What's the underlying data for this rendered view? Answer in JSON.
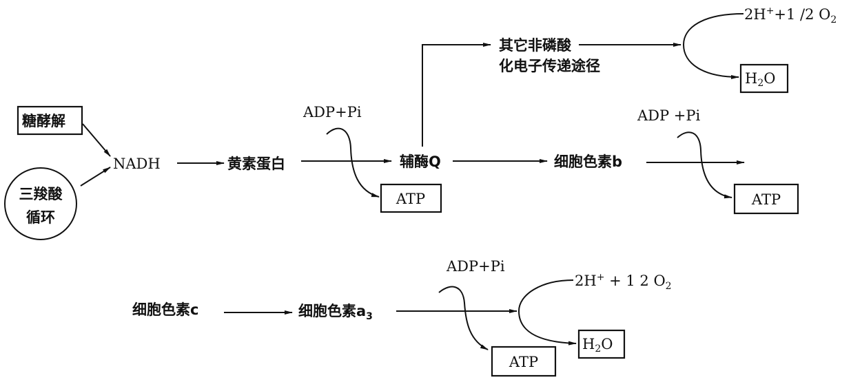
{
  "diagram": {
    "title": "",
    "nodes": {
      "glycolysis": "糖酵解",
      "tca_line1": "三羧酸",
      "tca_line2": "循环",
      "nadh": "NADH",
      "flavoprotein": "黄素蛋白",
      "coenzyme_q": "辅酶Q",
      "cyt_b": "细胞色素b",
      "cyt_c": "细胞色素c",
      "cyt_a3_base": "细胞色素a",
      "cyt_a3_sub": "3",
      "alt_path_line1": "其它非磷酸",
      "alt_path_line2": "化电子传递途径"
    },
    "phosphorylation_sites": [
      {
        "input": "ADP+Pi",
        "output": "ATP"
      },
      {
        "input": "ADP +Pi",
        "output": "ATP"
      },
      {
        "input": "ADP+Pi",
        "output": "ATP"
      }
    ],
    "terminal_reactions": [
      {
        "reactant_base": "2H",
        "reactant_sup": "+",
        "reactant_rest": "+1 /2 O",
        "reactant_sub": "2",
        "product_base": "H",
        "product_sub": "2",
        "product_rest": "O"
      },
      {
        "reactant_base": "2H",
        "reactant_sup": "+",
        "reactant_rest": " + 1  2 O",
        "reactant_sub": "2",
        "product_base": "H",
        "product_sub": "2",
        "product_rest": "O"
      }
    ],
    "edges": [
      {
        "from": "糖酵解",
        "to": "NADH"
      },
      {
        "from": "三羧酸循环",
        "to": "NADH"
      },
      {
        "from": "NADH",
        "to": "黄素蛋白"
      },
      {
        "from": "黄素蛋白",
        "to": "辅酶Q",
        "phosphorylation": "ADP+Pi → ATP"
      },
      {
        "from": "辅酶Q",
        "to": "其它非磷酸化电子传递途径"
      },
      {
        "from": "其它非磷酸化电子传递途径",
        "to": "2H⁺+1/2O₂ → H₂O"
      },
      {
        "from": "辅酶Q",
        "to": "细胞色素b"
      },
      {
        "from": "细胞色素b",
        "to": "(next)",
        "phosphorylation": "ADP+Pi → ATP"
      },
      {
        "from": "细胞色素c",
        "to": "细胞色素a₃"
      },
      {
        "from": "细胞色素a₃",
        "to": "2H⁺+1/2O₂ → H₂O",
        "phosphorylation": "ADP+Pi → ATP"
      }
    ]
  }
}
